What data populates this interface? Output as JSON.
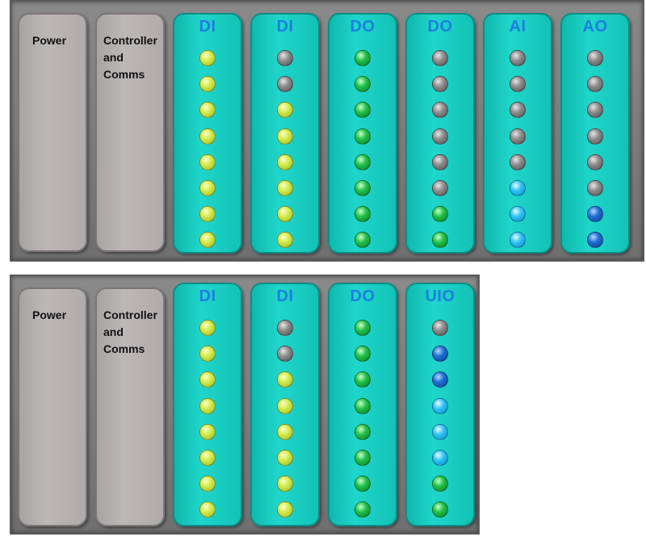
{
  "racks": [
    {
      "power_label": "Power",
      "controller_label": "Controller and Comms",
      "modules": [
        {
          "label": "DI",
          "leds": [
            "yellow",
            "yellow",
            "yellow",
            "yellow",
            "yellow",
            "yellow",
            "yellow",
            "yellow"
          ]
        },
        {
          "label": "DI",
          "leds": [
            "gray",
            "gray",
            "yellow",
            "yellow",
            "yellow",
            "yellow",
            "yellow",
            "yellow"
          ]
        },
        {
          "label": "DO",
          "leds": [
            "green",
            "green",
            "green",
            "green",
            "green",
            "green",
            "green",
            "green"
          ]
        },
        {
          "label": "DO",
          "leds": [
            "gray",
            "gray",
            "gray",
            "gray",
            "gray",
            "gray",
            "green",
            "green"
          ]
        },
        {
          "label": "AI",
          "leds": [
            "gray",
            "gray",
            "gray",
            "gray",
            "gray",
            "lightblue",
            "lightblue",
            "lightblue"
          ]
        },
        {
          "label": "AO",
          "leds": [
            "gray",
            "gray",
            "gray",
            "gray",
            "gray",
            "gray",
            "blue",
            "blue"
          ]
        }
      ]
    },
    {
      "power_label": "Power",
      "controller_label": "Controller and Comms",
      "modules": [
        {
          "label": "DI",
          "leds": [
            "yellow",
            "yellow",
            "yellow",
            "yellow",
            "yellow",
            "yellow",
            "yellow",
            "yellow"
          ]
        },
        {
          "label": "DI",
          "leds": [
            "gray",
            "gray",
            "yellow",
            "yellow",
            "yellow",
            "yellow",
            "yellow",
            "yellow"
          ]
        },
        {
          "label": "DO",
          "leds": [
            "green",
            "green",
            "green",
            "green",
            "green",
            "green",
            "green",
            "green"
          ]
        },
        {
          "label": "UIO",
          "leds": [
            "gray",
            "blue",
            "blue",
            "lightblue",
            "lightblue",
            "lightblue",
            "green",
            "green"
          ]
        }
      ]
    }
  ]
}
